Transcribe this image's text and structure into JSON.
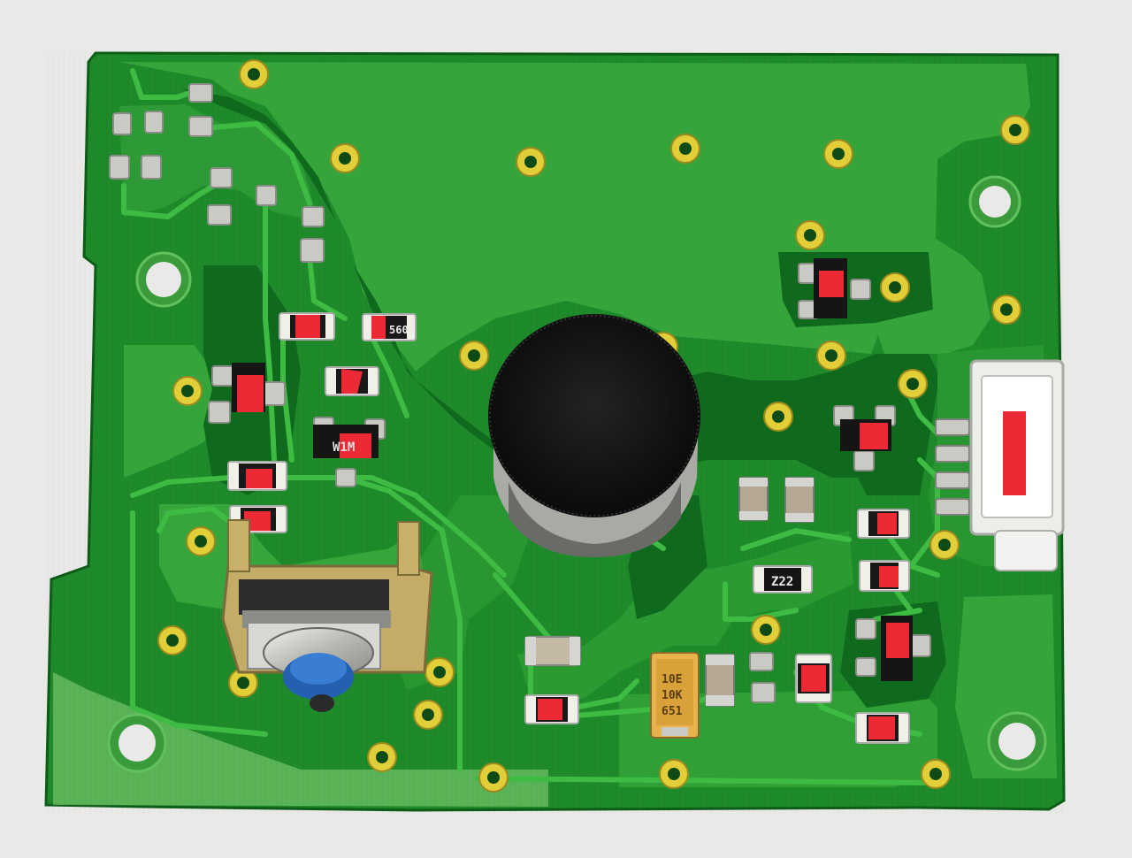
{
  "photo": {
    "background_color": "#e9eae8",
    "board_color": "#1f8a2a",
    "board_edge_color": "#5fbf5a",
    "trace_color": "#3aa83a",
    "copper_pour_color": "#0e6a1c",
    "pad_color": "#e2ce39",
    "redaction_color": "#ec2a36"
  },
  "component_markings": {
    "resistor_560": "560",
    "resistor_z22": "Z22",
    "transistor_w1m": "W1M",
    "tantalum_line1": "10E",
    "tantalum_line2": "10K",
    "tantalum_line3": "651"
  }
}
